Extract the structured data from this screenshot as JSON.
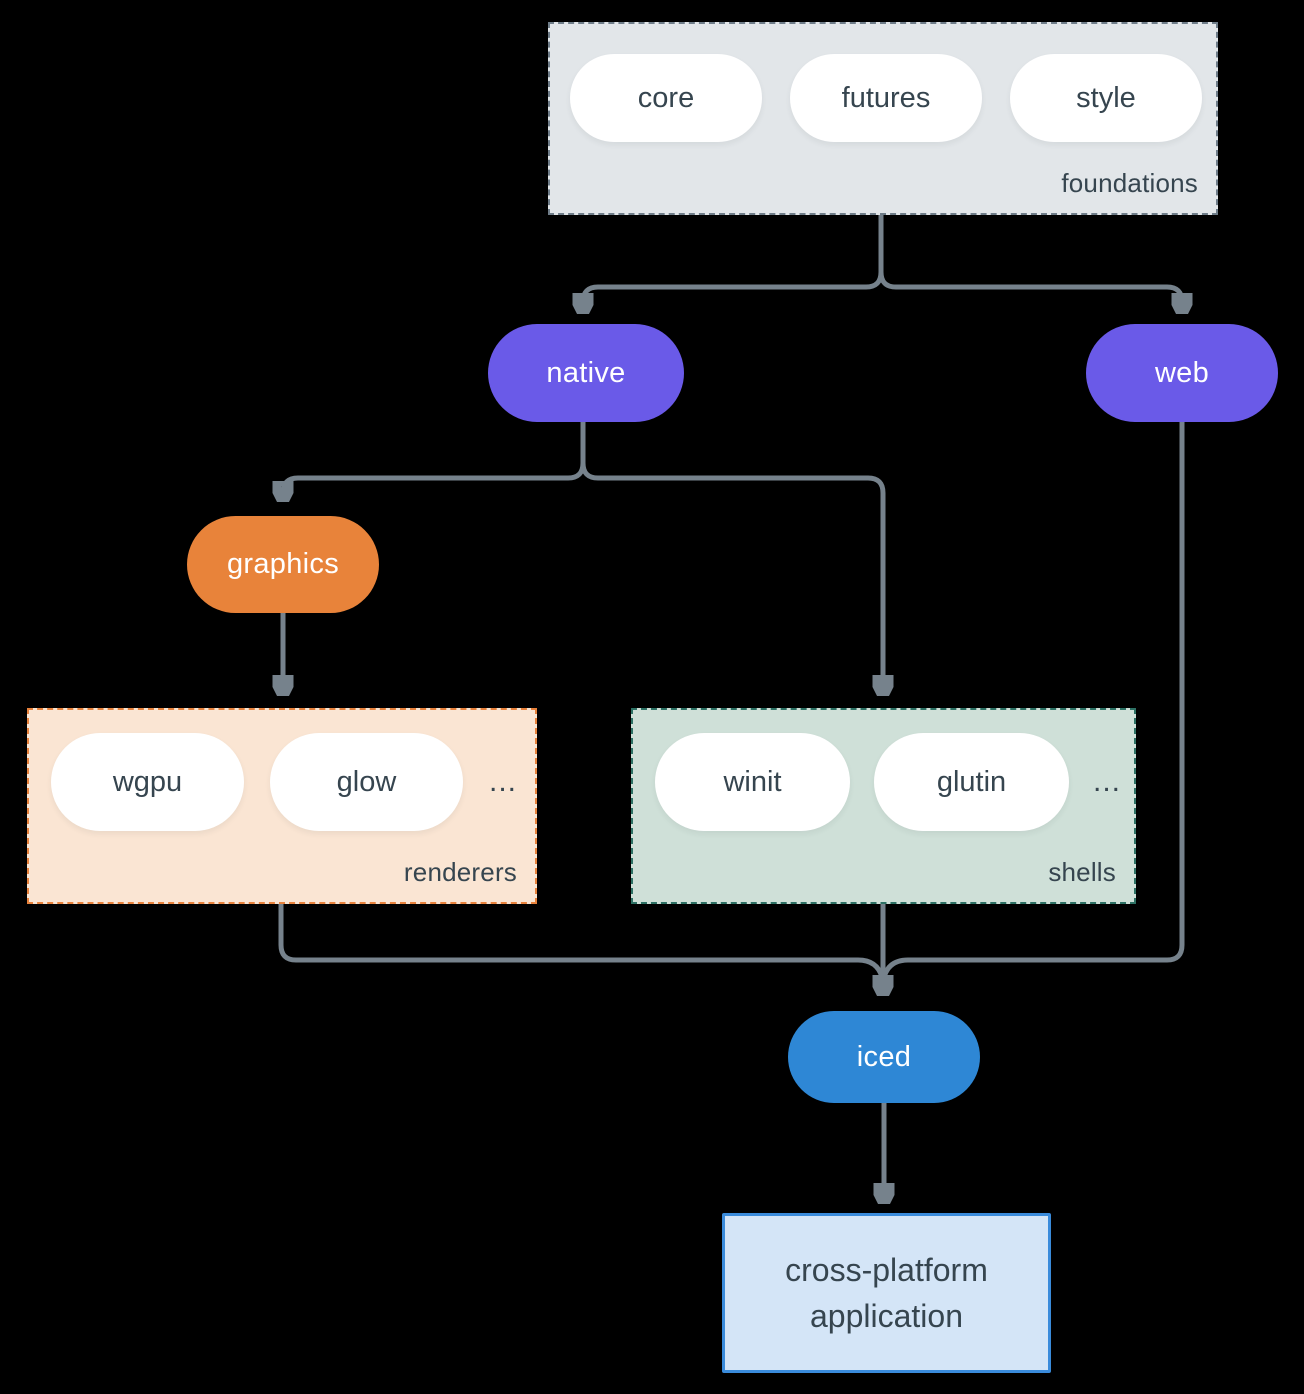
{
  "diagram": {
    "background_color": "#000000",
    "connector_color": "#76828C",
    "groups": {
      "foundations": {
        "label": "foundations",
        "fill": "#E2E6E9",
        "border_color": "#6F7D89",
        "items": [
          "core",
          "futures",
          "style"
        ]
      },
      "renderers": {
        "label": "renderers",
        "fill": "#FAE5D3",
        "border_color": "#E8823C",
        "items": [
          "wgpu",
          "glow"
        ],
        "ellipsis": "..."
      },
      "shells": {
        "label": "shells",
        "fill": "#CFE0D8",
        "border_color": "#2E7265",
        "items": [
          "winit",
          "glutin"
        ],
        "ellipsis": "..."
      }
    },
    "nodes": {
      "native": {
        "label": "native",
        "fill": "#6A5AE8",
        "text_color": "#FFFFFF"
      },
      "web": {
        "label": "web",
        "fill": "#6A5AE8",
        "text_color": "#FFFFFF"
      },
      "graphics": {
        "label": "graphics",
        "fill": "#E8833A",
        "text_color": "#FFFFFF"
      },
      "iced": {
        "label": "iced",
        "fill": "#2E87D5",
        "text_color": "#FFFFFF"
      },
      "application": {
        "label_line1": "cross-platform",
        "label_line2": "application",
        "fill": "#D4E5F7",
        "border_color": "#3A8BDB"
      }
    },
    "edges": [
      "foundations -> native",
      "foundations -> web",
      "native -> graphics",
      "native -> shells",
      "graphics -> renderers",
      "renderers -> iced",
      "shells -> iced",
      "web -> iced",
      "iced -> application"
    ]
  }
}
